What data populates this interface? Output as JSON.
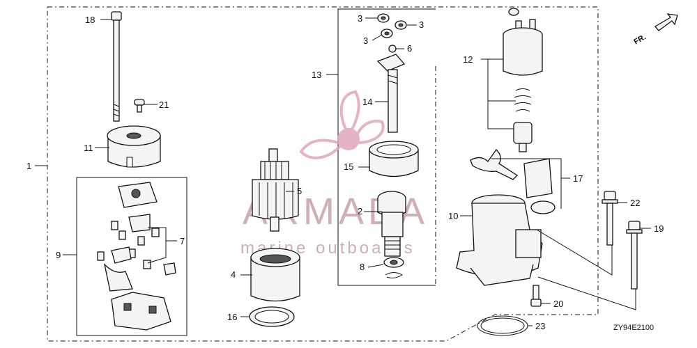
{
  "diagram": {
    "callouts": [
      {
        "id": "c1",
        "text": "1"
      },
      {
        "id": "c2",
        "text": "2"
      },
      {
        "id": "c3a",
        "text": "3"
      },
      {
        "id": "c3b",
        "text": "3"
      },
      {
        "id": "c3c",
        "text": "3"
      },
      {
        "id": "c4",
        "text": "4"
      },
      {
        "id": "c5",
        "text": "5"
      },
      {
        "id": "c6",
        "text": "6"
      },
      {
        "id": "c7",
        "text": "7"
      },
      {
        "id": "c8",
        "text": "8"
      },
      {
        "id": "c9",
        "text": "9"
      },
      {
        "id": "c10",
        "text": "10"
      },
      {
        "id": "c11",
        "text": "11"
      },
      {
        "id": "c12",
        "text": "12"
      },
      {
        "id": "c13",
        "text": "13"
      },
      {
        "id": "c14",
        "text": "14"
      },
      {
        "id": "c15",
        "text": "15"
      },
      {
        "id": "c16",
        "text": "16"
      },
      {
        "id": "c17",
        "text": "17"
      },
      {
        "id": "c18",
        "text": "18"
      },
      {
        "id": "c19",
        "text": "19"
      },
      {
        "id": "c20",
        "text": "20"
      },
      {
        "id": "c21",
        "text": "21"
      },
      {
        "id": "c22",
        "text": "22"
      },
      {
        "id": "c23",
        "text": "23"
      }
    ],
    "diagram_code": "ZY94E2100",
    "front_arrow_label": "FR."
  },
  "watermark": {
    "brand": "ARMADA",
    "tagline": "marine outboards",
    "color": "#c9a0a8",
    "accent_color": "#e0a5c0"
  }
}
